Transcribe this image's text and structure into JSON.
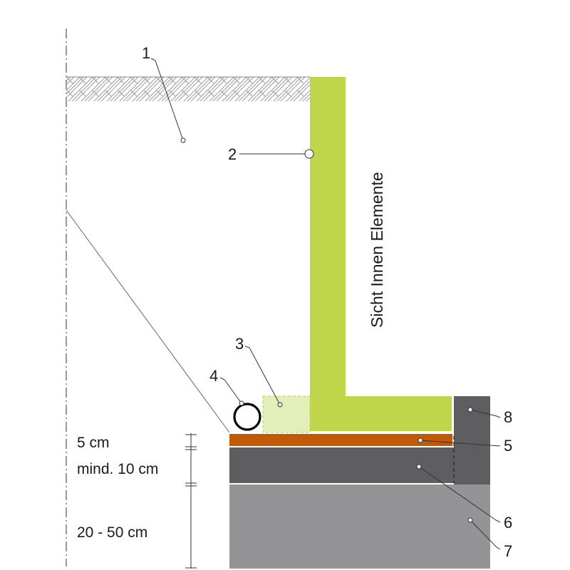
{
  "diagram": {
    "side_label": "Sicht Innen Elemente",
    "callouts": [
      {
        "id": "1",
        "text": "1"
      },
      {
        "id": "2",
        "text": "2"
      },
      {
        "id": "3",
        "text": "3"
      },
      {
        "id": "4",
        "text": "4"
      },
      {
        "id": "5",
        "text": "5"
      },
      {
        "id": "6",
        "text": "6"
      },
      {
        "id": "7",
        "text": "7"
      },
      {
        "id": "8",
        "text": "8"
      }
    ],
    "dimensions": [
      {
        "id": "d1",
        "text": "5 cm"
      },
      {
        "id": "d2",
        "text": "mind. 10 cm"
      },
      {
        "id": "d3",
        "text": "20 - 50 cm"
      }
    ]
  },
  "colors": {
    "wall_green": "#bfd54a",
    "gravel_light_green": "#e3efb8",
    "orange_layer": "#c05a07",
    "dark_gray": "#5e5e60",
    "light_gray": "#949497",
    "hatch_gray": "#a5a5a5"
  }
}
